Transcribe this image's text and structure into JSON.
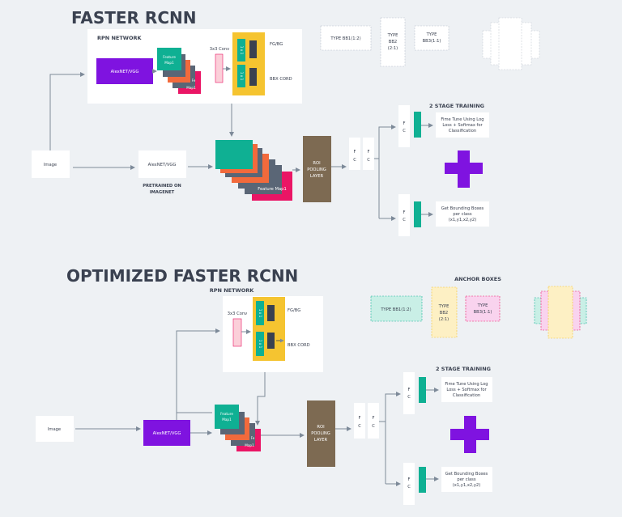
{
  "top": {
    "title": "FASTER RCNN",
    "rpn_label": "RPN NETWORK",
    "alexnet_rpn": "AlexNET/VGG",
    "fm_feature": "Feature",
    "fm_map": "Map1",
    "fm_fe": "Fe",
    "fm_map_b": "Map1",
    "conv_label": "3x3 Conv",
    "one_by_one": "1 x 1",
    "fg_bg": "FG/BG",
    "bbx": "BBX CORD",
    "image": "Image",
    "alexnet_main": "AlexNET/VGG",
    "pretrained_1": "PRETRAINED ON",
    "pretrained_2": "IMAGENET",
    "feature_map": "Feature Map1",
    "roi_1": "ROI",
    "roi_2": "POOLING",
    "roi_3": "LAYER",
    "fc_f": "F",
    "fc_c": "C",
    "two_stage": "2 STAGE TRAINING",
    "fine_1": "Fime Tune Using Log",
    "fine_2": "Loss + Softmax for",
    "fine_3": "Classification",
    "bb_1": "Get Bounding Boxes",
    "bb_2": "per class",
    "bb_3": "(x1,y1,x2,y2)",
    "type_bb1": "TYPE BB1(1:2)",
    "type_bb2_1": "TYPE",
    "type_bb2_2": "BB2",
    "type_bb2_3": "(2:1)",
    "type_bb3_1": "TYPE",
    "type_bb3_2": "BB3(1:1)"
  },
  "bottom": {
    "title": "OPTIMIZED FASTER RCNN",
    "rpn_label": "RPN NETWORK",
    "anchor_label": "ANCHOR BOXES",
    "conv_label": "3x3 Conv",
    "one_by_one": "1 x 1",
    "fg_bg": "FG/BG",
    "bbx": "BBX CORD",
    "image": "Image",
    "alexnet_main": "AlexNET/VGG",
    "fm_feature": "Feature",
    "fm_map": "Map1",
    "fm_fe": "Fe",
    "fm_map_b": "Map1",
    "roi_1": "ROI",
    "roi_2": "POOLING",
    "roi_3": "LAYER",
    "fc_f": "F",
    "fc_c": "C",
    "two_stage": "2 STAGE TRAINING",
    "fine_1": "Fime Tune Using Log",
    "fine_2": "Loss + Softmax for",
    "fine_3": "Classification",
    "bb_1": "Get Bounding Boxes",
    "bb_2": "per class",
    "bb_3": "(x1,y1,x2,y2)",
    "type_bb1": "TYPE BB1(1:2)",
    "type_bb2_1": "TYPE",
    "type_bb2_2": "BB2",
    "type_bb2_3": "(2:1)",
    "type_bb3_1": "TYPE",
    "type_bb3_2": "BB3(1:1)"
  },
  "colors": {
    "purple": "#7f13e0",
    "teal": "#0fb093",
    "orange": "#f26a3c",
    "pink": "#ea1565",
    "slate": "#5a6676",
    "yellow": "#f5c430",
    "brown": "#7d6a52",
    "arrow": "#7d8a99"
  }
}
